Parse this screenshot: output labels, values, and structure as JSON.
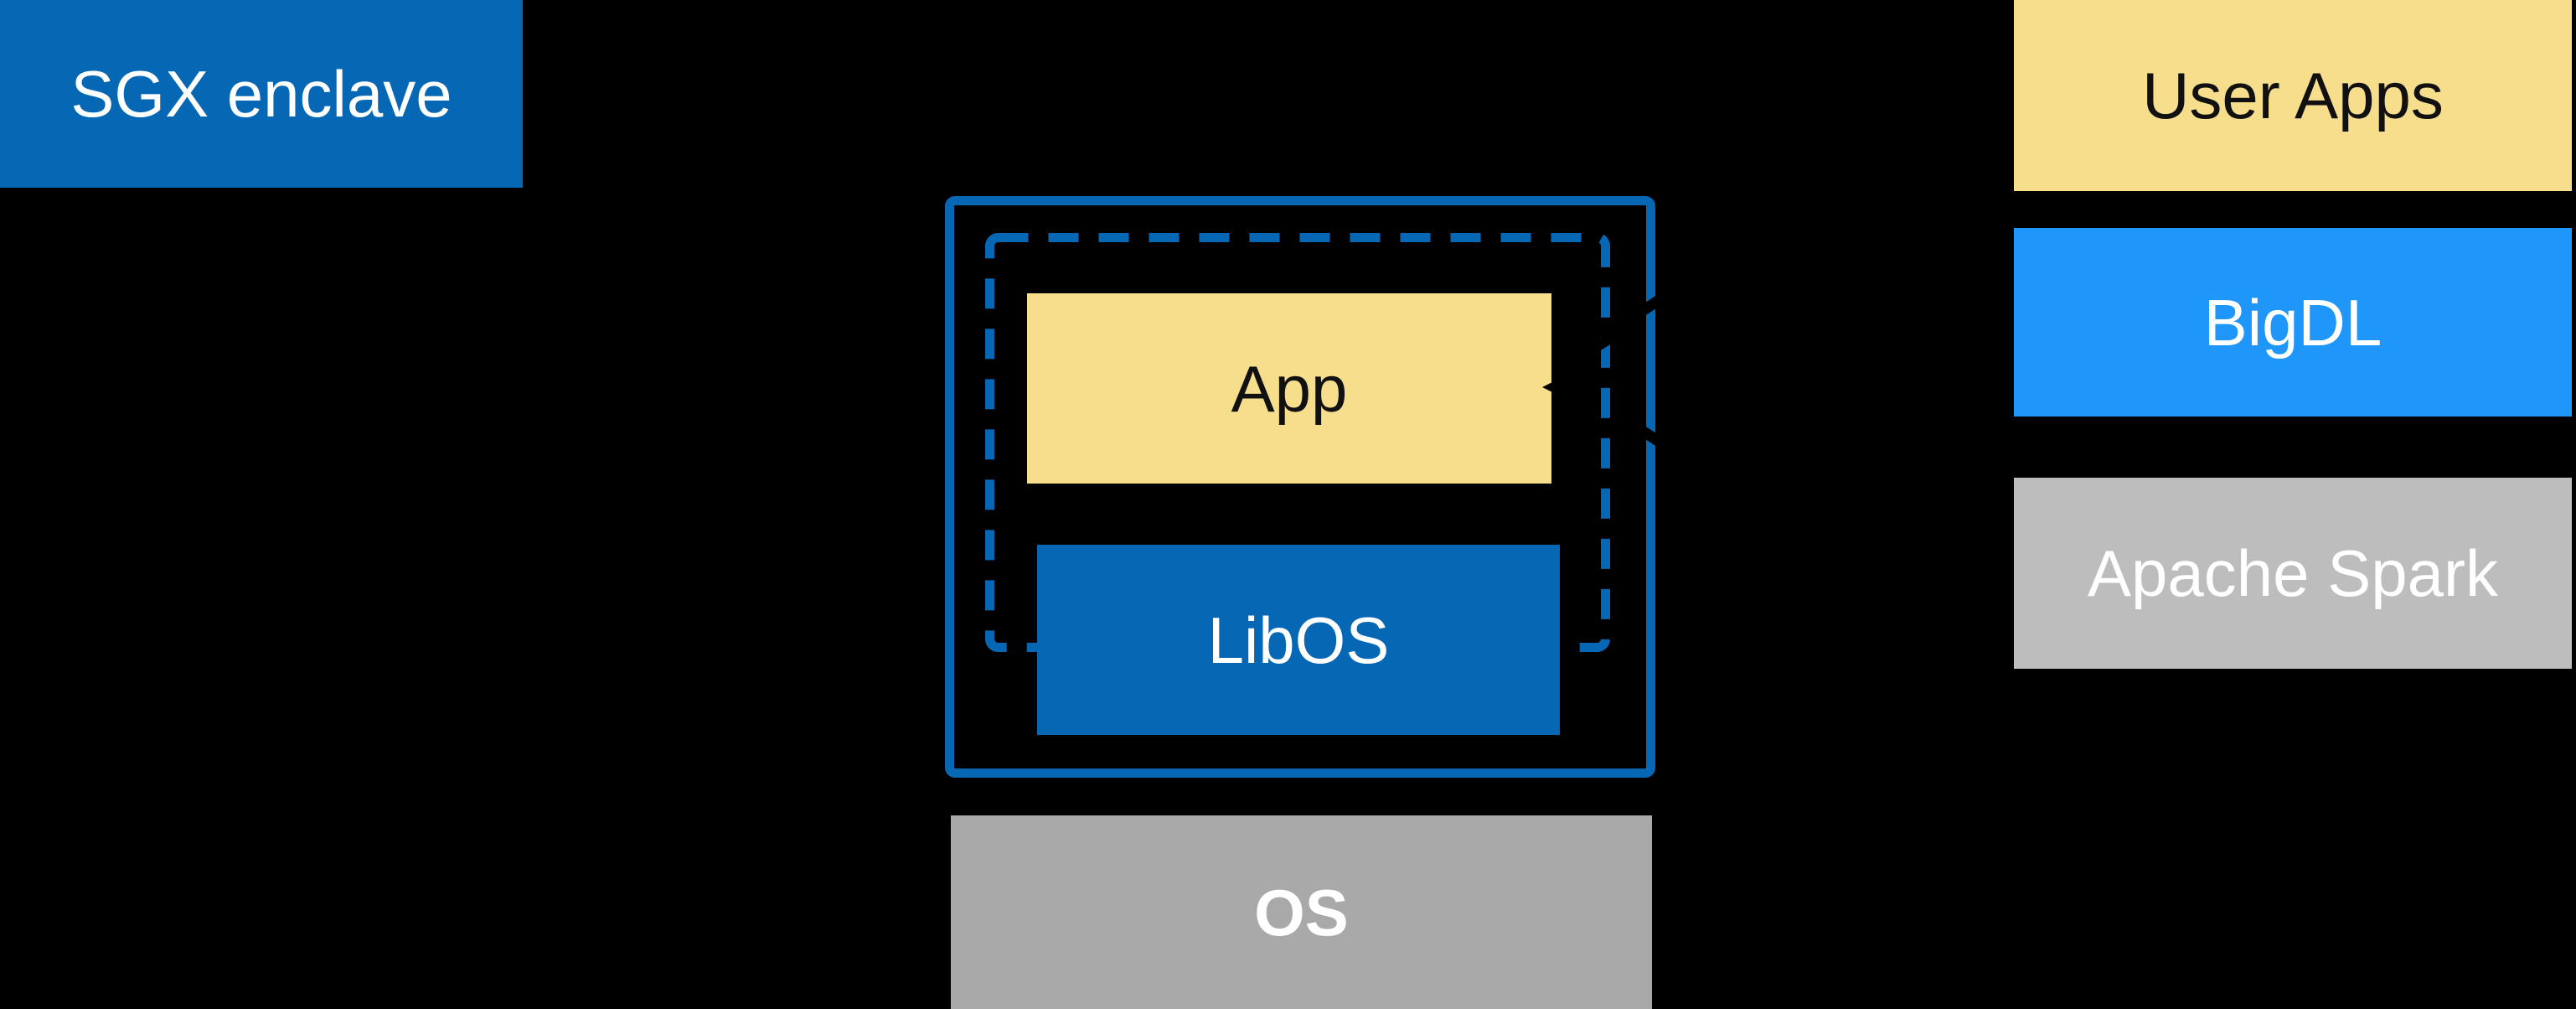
{
  "diagram": {
    "type": "architecture-diagram",
    "description": "SGX enclave LibOS architecture with BigDL stack",
    "left": {
      "sgx_enclave_label": "SGX enclave"
    },
    "center": {
      "app_label": "App",
      "libos_label": "LibOS",
      "os_label": "OS"
    },
    "right_stack": {
      "user_apps_label": "User Apps",
      "bigdl_label": "BigDL",
      "apache_spark_label": "Apache Spark"
    },
    "colors": {
      "background": "#000000",
      "intel_blue": "#0668B5",
      "bright_blue": "#1E96FA",
      "soft_yellow": "#F6DE8D",
      "gray_os": "#A9A9A9",
      "gray_spark": "#BDBDBD",
      "text_light": "#FFFFFF",
      "text_dark": "#111111"
    }
  }
}
